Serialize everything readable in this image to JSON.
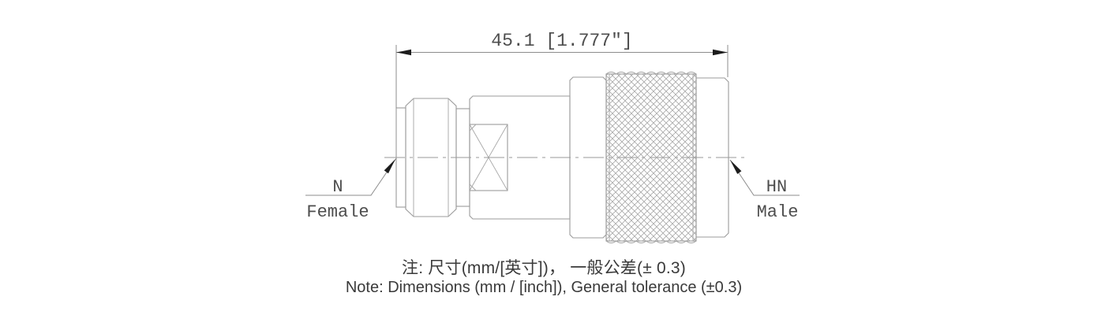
{
  "drawing": {
    "dimension_label": "45.1 [1.777″]",
    "left_label": {
      "line1": "N",
      "line2": "Female"
    },
    "right_label": {
      "line1": "HN",
      "line2": "Male"
    },
    "notes": {
      "zh": "注: 尺寸(mm/[英寸])， 一般公差(± 0.3)",
      "en": "Note: Dimensions (mm / [inch]), General tolerance (±0.3)"
    },
    "colors": {
      "background": "#ffffff",
      "drawing_line": "#9b9b9b",
      "cad_text": "#4d4d4d",
      "arrow": "#1c1c1c",
      "note_text": "#3a3a3a"
    }
  }
}
